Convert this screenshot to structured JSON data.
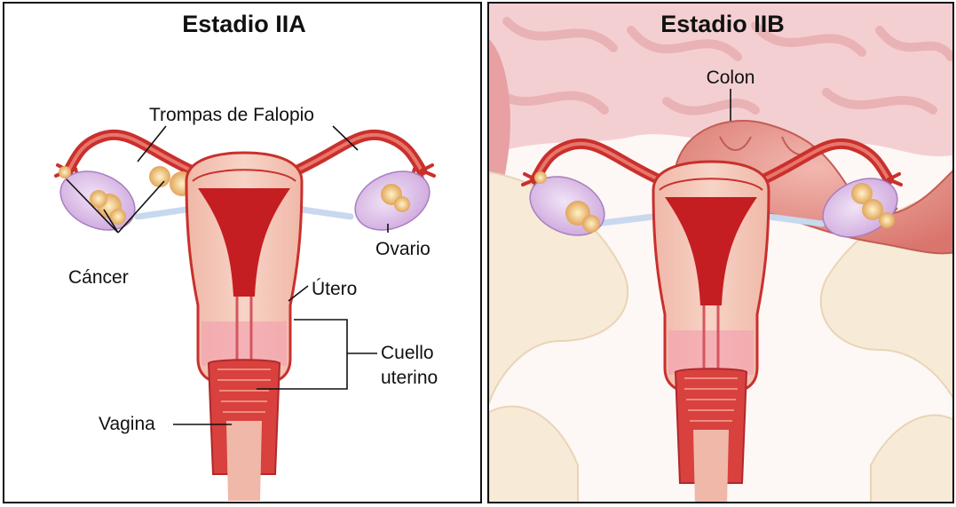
{
  "panels": [
    {
      "title": "Estadio IIA",
      "labels": {
        "fallopian_tubes": "Trompas de Falopio",
        "cancer": "Cáncer",
        "ovary": "Ovario",
        "uterus": "Útero",
        "cervix_line1": "Cuello",
        "cervix_line2": "uterino",
        "vagina": "Vagina"
      }
    },
    {
      "title": "Estadio IIB",
      "labels": {
        "colon": "Colon"
      }
    }
  ]
}
